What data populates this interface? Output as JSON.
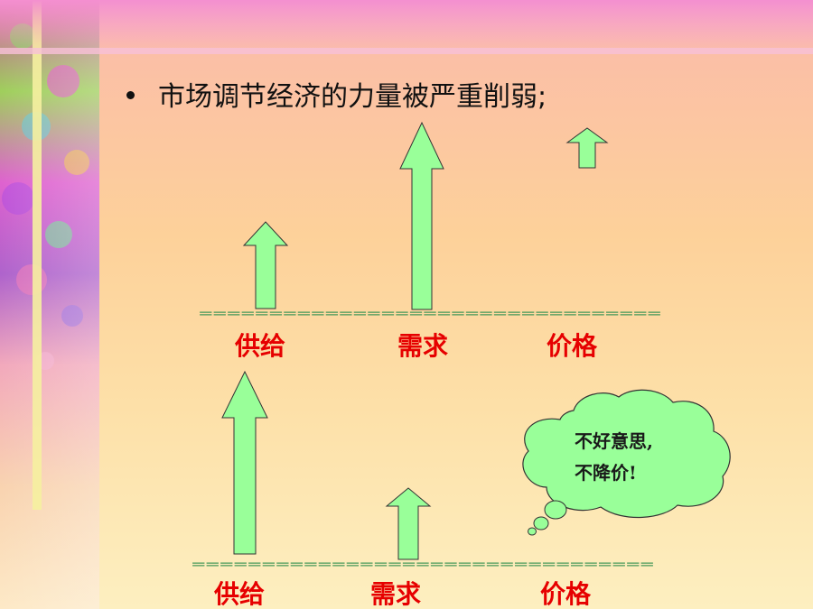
{
  "slide": {
    "bullet_text": "市场调节经济的力量被严重削弱;"
  },
  "diagram_top": {
    "labels": [
      "供给",
      "需求",
      "价格"
    ],
    "baseline_text": "================================="
  },
  "diagram_bottom": {
    "labels": [
      "供给",
      "需求",
      "价格"
    ],
    "baseline_text": "================================="
  },
  "speech_bubble": {
    "line1": "不好意思,",
    "line2": "不降价!"
  },
  "colors": {
    "arrow_fill": "#99ff99",
    "arrow_stroke": "#333333",
    "label_color": "#e60000",
    "bubble_fill": "#99ff99"
  }
}
